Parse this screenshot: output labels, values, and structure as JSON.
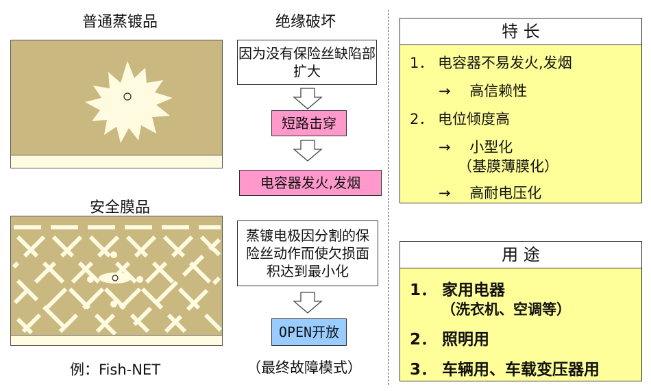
{
  "left": {
    "title_top": "普通蒸镀品",
    "title_bottom": "安全膜品",
    "caption": "例：Fish-NET"
  },
  "middle": {
    "title": "绝缘破坏",
    "box1": "因为没有保险丝缺陷部扩大",
    "box2": "短路击穿",
    "box3": "电容器发火,发烟",
    "box4": "蒸镀电极因分割的保险丝动作而使欠损面积达到最小化",
    "box5": "OPEN开放",
    "bottom_note": "（最终故障模式）"
  },
  "features": {
    "header": "特 长",
    "item1": "1． 电容器不易发火,发烟",
    "item1_sub": "→　 高信赖性",
    "item2": "2． 电位倾度高",
    "item2_sub1": "→　 小型化",
    "item2_sub1b": "（基膜薄膜化）",
    "item2_sub2": "→　 高耐电压化"
  },
  "uses": {
    "header": "用 途",
    "item1": "1． 家用电器",
    "item1_sub": "（洗衣机、空调等）",
    "item2": "2． 照明用",
    "item3": "3． 车辆用、车载变压器用"
  },
  "colors": {
    "panel": "#c9b880",
    "strip": "#fffbe0",
    "pink": "#ff99cc",
    "blue": "#99ccff",
    "yellow": "#ffff99"
  }
}
